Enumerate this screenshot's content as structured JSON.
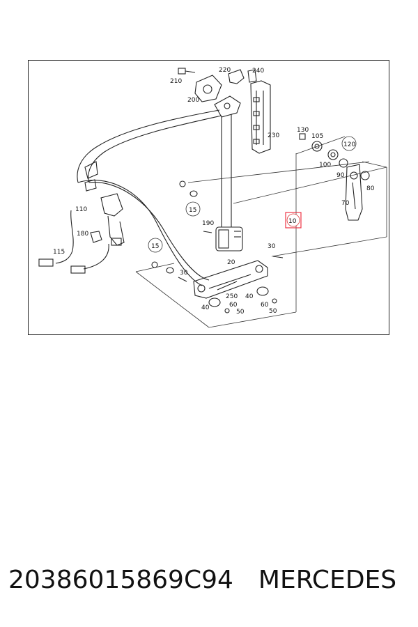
{
  "diagram": {
    "callouts": [
      "210",
      "220",
      "240",
      "200",
      "230",
      "130",
      "105",
      "120",
      "100",
      "90",
      "80",
      "70",
      "10",
      "15",
      "15",
      "110",
      "180",
      "115",
      "190",
      "30",
      "30",
      "20",
      "250",
      "40",
      "40",
      "60",
      "60",
      "50",
      "50"
    ],
    "highlighted_callout": "10"
  },
  "caption": {
    "part_number": "20386015869C94",
    "brand": "MERCEDES"
  }
}
